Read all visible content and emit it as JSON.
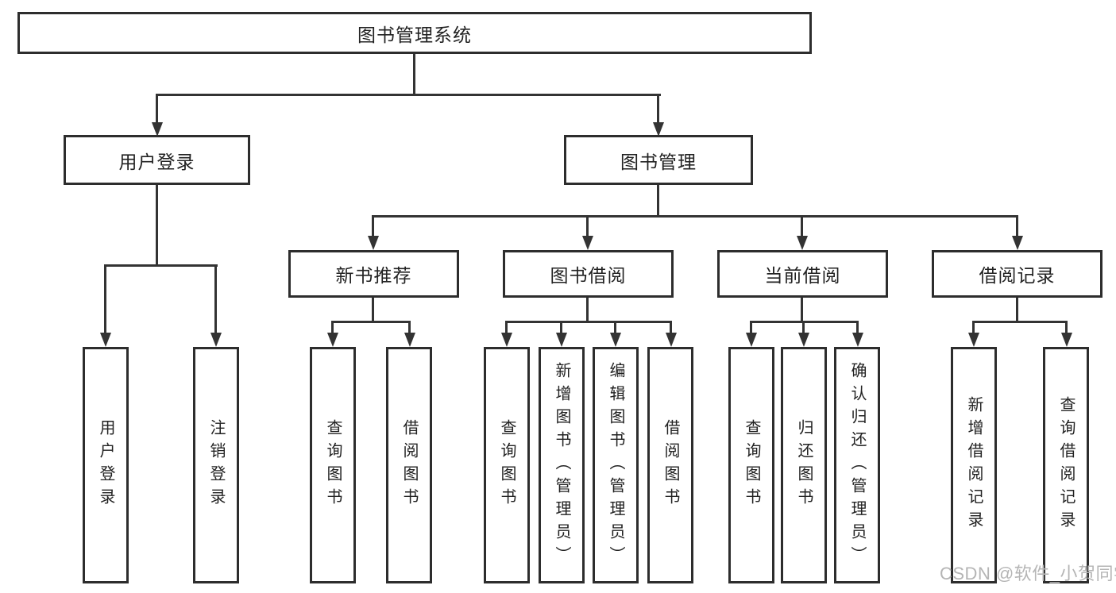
{
  "palette": {
    "line_color": "#333333",
    "box_border_color": "#2d2d2d",
    "text_color": "#222222",
    "watermark_color": "#b5b5b5",
    "background": "#ffffff"
  },
  "diagram_type": "hierarchy-tree",
  "tree": {
    "root": {
      "label": "图书管理系统",
      "children": [
        {
          "label": "用户登录",
          "children": [
            {
              "label": "用户登录"
            },
            {
              "label": "注销登录"
            }
          ]
        },
        {
          "label": "图书管理",
          "children": [
            {
              "label": "新书推荐",
              "children": [
                {
                  "label": "查询图书"
                },
                {
                  "label": "借阅图书"
                }
              ]
            },
            {
              "label": "图书借阅",
              "children": [
                {
                  "label": "查询图书"
                },
                {
                  "label": "新增图书（管理员）"
                },
                {
                  "label": "编辑图书（管理员）"
                },
                {
                  "label": "借阅图书"
                }
              ]
            },
            {
              "label": "当前借阅",
              "children": [
                {
                  "label": "查询图书"
                },
                {
                  "label": "归还图书"
                },
                {
                  "label": "确认归还（管理员）"
                }
              ]
            },
            {
              "label": "借阅记录",
              "children": [
                {
                  "label": "新增借阅记录"
                },
                {
                  "label": "查询借阅记录"
                }
              ]
            }
          ]
        }
      ]
    }
  },
  "watermark": {
    "text": "CSDN @软件_小贺同学"
  }
}
